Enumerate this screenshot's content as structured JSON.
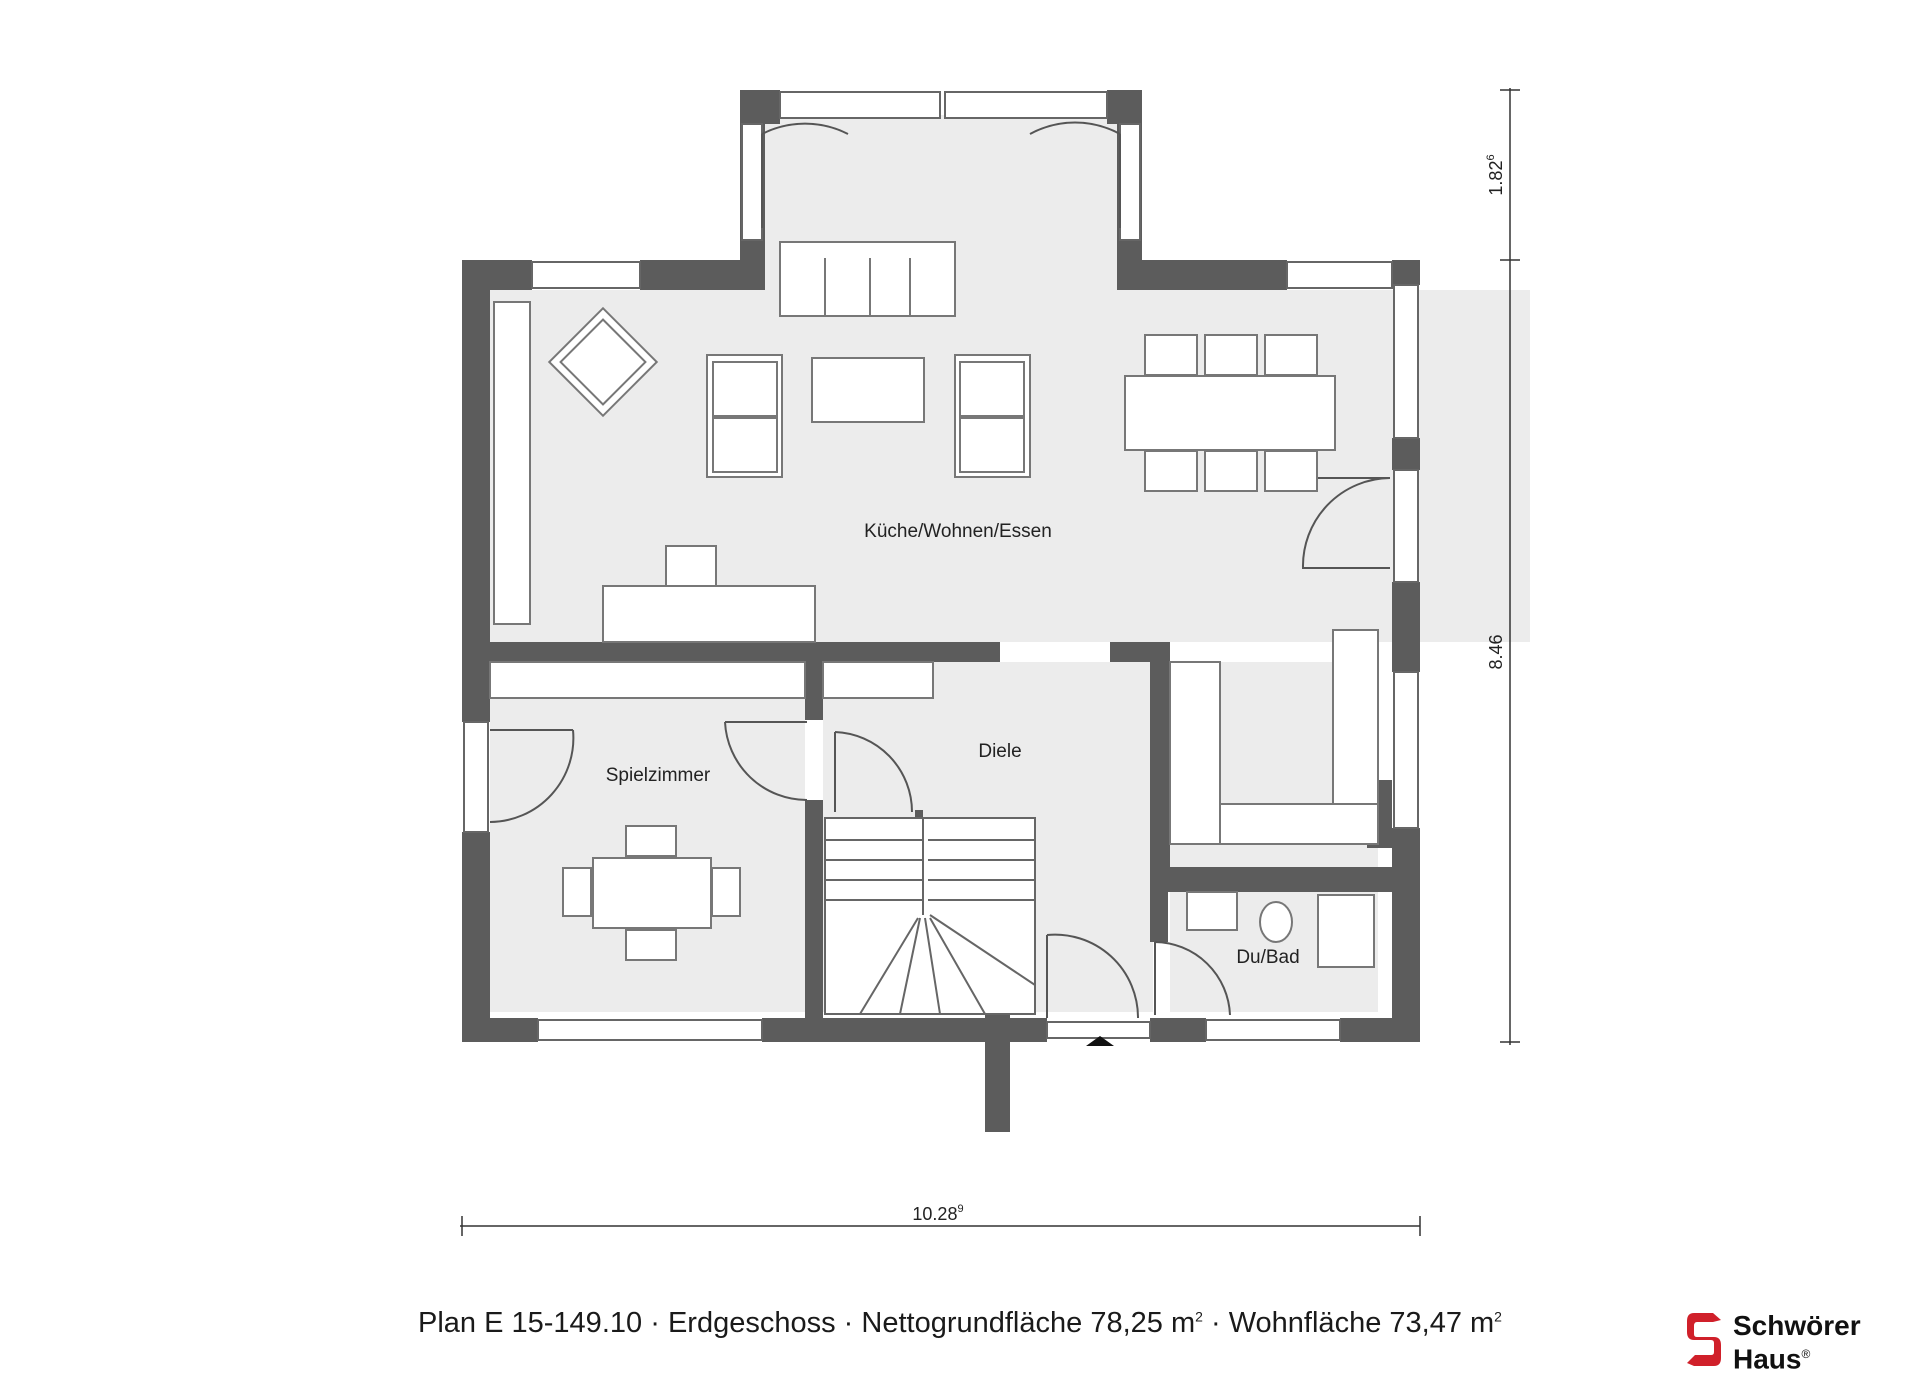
{
  "rooms": {
    "living": "Küche/Wohnen/Essen",
    "play": "Spielzimmer",
    "hall": "Diele",
    "bath": "Du/Bad"
  },
  "dimensions": {
    "top_main": "1.82",
    "top_sup": "6",
    "height_main": "8.46",
    "width_main": "10.28",
    "width_sup": "9"
  },
  "caption": {
    "plan": "Plan E 15-149.10",
    "floor": "Erdgeschoss",
    "net_label": "Nettogrundfläche 78,25 m",
    "living_label": "Wohnfläche 73,47 m",
    "sup": "2",
    "sep": "·"
  },
  "logo": {
    "line1": "Schwörer",
    "line2": "Haus",
    "mark": "®",
    "icon": "schwoerer-s-logo-icon",
    "color": "#d0202a"
  },
  "colors": {
    "wall": "#5c5c5c",
    "floor": "#ececec",
    "line": "#555555"
  }
}
